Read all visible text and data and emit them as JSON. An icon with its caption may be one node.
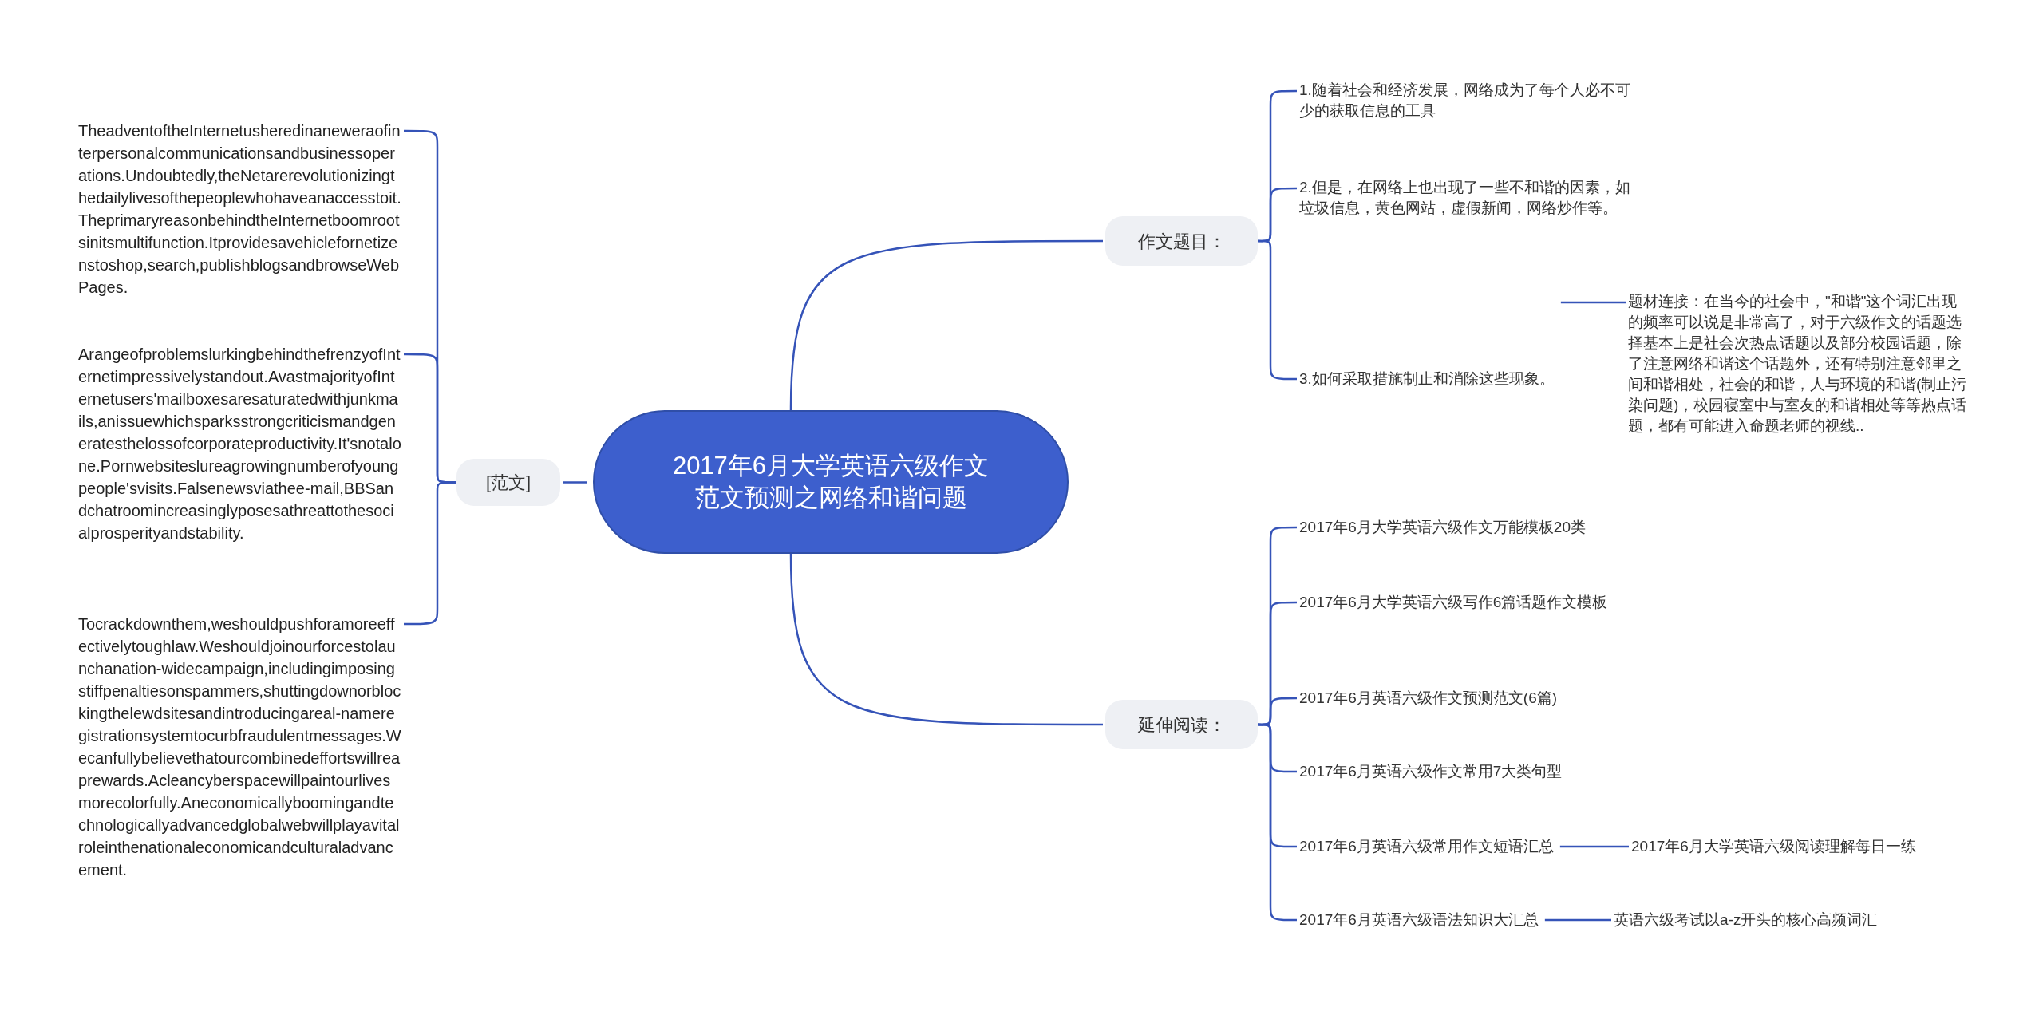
{
  "diagram": {
    "nodes": [
      {
        "text": [
          "2017年6月大学英语六级作文范文预测之网络和谐问题"
        ]
      },
      {
        "text": [
          "作文题目："
        ]
      },
      {
        "text": [
          "1.随着社会和经济发展，网络成为了每个人必不可少的获取信息的工具"
        ]
      },
      {
        "text": [
          "2.但是，在网络上也出现了一些不和谐的因素，如垃圾信息，黄色网站，虚假新闻，网络炒作等。"
        ]
      },
      {
        "text": [
          "3.如何采取措施制止和消除这些现象。"
        ]
      },
      {
        "text": [
          "题材连接：在当今的社会中，\"和谐\"这个词汇出现的频率可以说是非常高了，对于六级作文的话题选择基本上是社会次热点话题以及部分校园话题，除了注意网络和谐这个话题外，还有特别注意邻里之间和谐相处，社会的和谐，人与环境的和谐(制止污染问题)，校园寝室中与室友的和谐相处等等热点话题，都有可能进入命题老师的视线.."
        ]
      },
      {
        "text": [
          "延伸阅读："
        ]
      },
      {
        "text": [
          "2017年6月大学英语六级作文万能模板20类"
        ]
      },
      {
        "text": [
          "2017年6月大学英语六级写作6篇话题作文模板"
        ]
      },
      {
        "text": [
          "2017年6月英语六级作文预测范文(6篇)"
        ]
      },
      {
        "text": [
          "2017年6月英语六级作文常用7大类句型"
        ]
      },
      {
        "text": [
          "2017年6月英语六级常用作文短语汇总"
        ]
      },
      {
        "text": [
          "2017年6月英语六级语法知识大汇总"
        ]
      },
      {
        "text": [
          "2017年6月大学英语六级阅读理解每日一练"
        ]
      },
      {
        "text": [
          "英语六级考试以a-z开头的核心高频词汇"
        ]
      },
      {
        "text": [
          "[范文]"
        ]
      },
      {
        "text": [
          "TheadventoftheInternetusheredinaneweraofinterpersonalcommunicationsandbusinessoperations.Undoubtedly,theNetarerevolutionizingthedailylivesofthepeoplewhohaveanaccesstoit.TheprimaryreasonbehindtheInternetboomrootsinitsmultifunction.Itprovidesavehiclefornetizenstoshop,search,publishblogsandbrowseWebPages."
        ]
      },
      {
        "text": [
          "ArangeofproblemslurkingbehindthefrenzyofInternetimpressivelystandout.AvastmajorityofInternetusers'mailboxesaresaturatedwithjunkmails,anissuewhichsparksstrongcriticismandgeneratesthelossofcorporateproductivity.It'snotalone.Pornwebsiteslureagrowingnumberofyoungpeople'svisits.Falsenewsviathee-mail,BBSandchatroomincreasinglyposesathreattothesocialprosperityandstability."
        ]
      },
      {
        "text": [
          "Tocrackdownthem,weshouldpushforamoreeffectivelytoughlaw.Weshouldjoinourforcestolaunchanation-widecampaign,includingimposingstiffpenaltiesonspammers,shuttingdownorblockingthelewdsitesandintroducingareal-nameregistrationsystemtocurbfraudulentmessages.Wecanfullybelievethatourcombinedeffortswillreaprewards.Acleancyberspacewillpaintourlivesmorecolorfully.Aneconomicallyboomingandtechnologicallyadvancedglobalwebwillplayavitalroleinthenationaleconomicandculturaladvancement."
        ]
      }
    ],
    "edges": [
      {
        "from": 0,
        "to": 1,
        "arrow": "none"
      },
      {
        "from": 1,
        "to": 2,
        "arrow": "none"
      },
      {
        "from": 1,
        "to": 3,
        "arrow": "none"
      },
      {
        "from": 1,
        "to": 4,
        "arrow": "none"
      },
      {
        "from": 4,
        "to": 5,
        "arrow": "none"
      },
      {
        "from": 0,
        "to": 6,
        "arrow": "none"
      },
      {
        "from": 6,
        "to": 7,
        "arrow": "none"
      },
      {
        "from": 6,
        "to": 8,
        "arrow": "none"
      },
      {
        "from": 6,
        "to": 9,
        "arrow": "none"
      },
      {
        "from": 6,
        "to": 10,
        "arrow": "none"
      },
      {
        "from": 6,
        "to": 11,
        "arrow": "none"
      },
      {
        "from": 6,
        "to": 12,
        "arrow": "none"
      },
      {
        "from": 11,
        "to": 13,
        "arrow": "none"
      },
      {
        "from": 12,
        "to": 14,
        "arrow": "none"
      },
      {
        "from": 0,
        "to": 15,
        "arrow": "none"
      },
      {
        "from": 15,
        "to": 16,
        "arrow": "none"
      },
      {
        "from": 15,
        "to": 17,
        "arrow": "none"
      },
      {
        "from": 15,
        "to": 18,
        "arrow": "none"
      }
    ]
  }
}
